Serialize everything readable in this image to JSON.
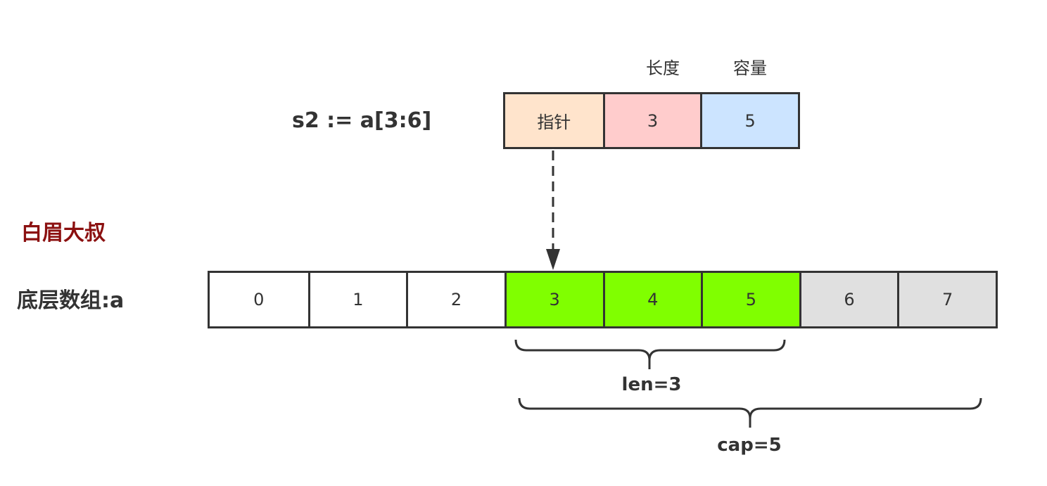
{
  "slice_expression": "s2 := a[3:6]",
  "watermark": "白眉大叔",
  "array_label": "底层数组:a",
  "header_labels": {
    "length": "长度",
    "capacity": "容量"
  },
  "slice_header": {
    "cells": [
      {
        "label": "指针",
        "color": "#ffe4cc"
      },
      {
        "label": "3",
        "color": "#ffcccc"
      },
      {
        "label": "5",
        "color": "#cce4ff"
      }
    ]
  },
  "array": {
    "cells": [
      {
        "label": "0",
        "color": "#ffffff"
      },
      {
        "label": "1",
        "color": "#ffffff"
      },
      {
        "label": "2",
        "color": "#ffffff"
      },
      {
        "label": "3",
        "color": "#80ff00"
      },
      {
        "label": "4",
        "color": "#80ff00"
      },
      {
        "label": "5",
        "color": "#80ff00"
      },
      {
        "label": "6",
        "color": "#e0e0e0"
      },
      {
        "label": "7",
        "color": "#e0e0e0"
      }
    ]
  },
  "len_label": "len=3",
  "cap_label": "cap=5",
  "colors": {
    "line": "#333333",
    "watermark": "#8b1010"
  }
}
